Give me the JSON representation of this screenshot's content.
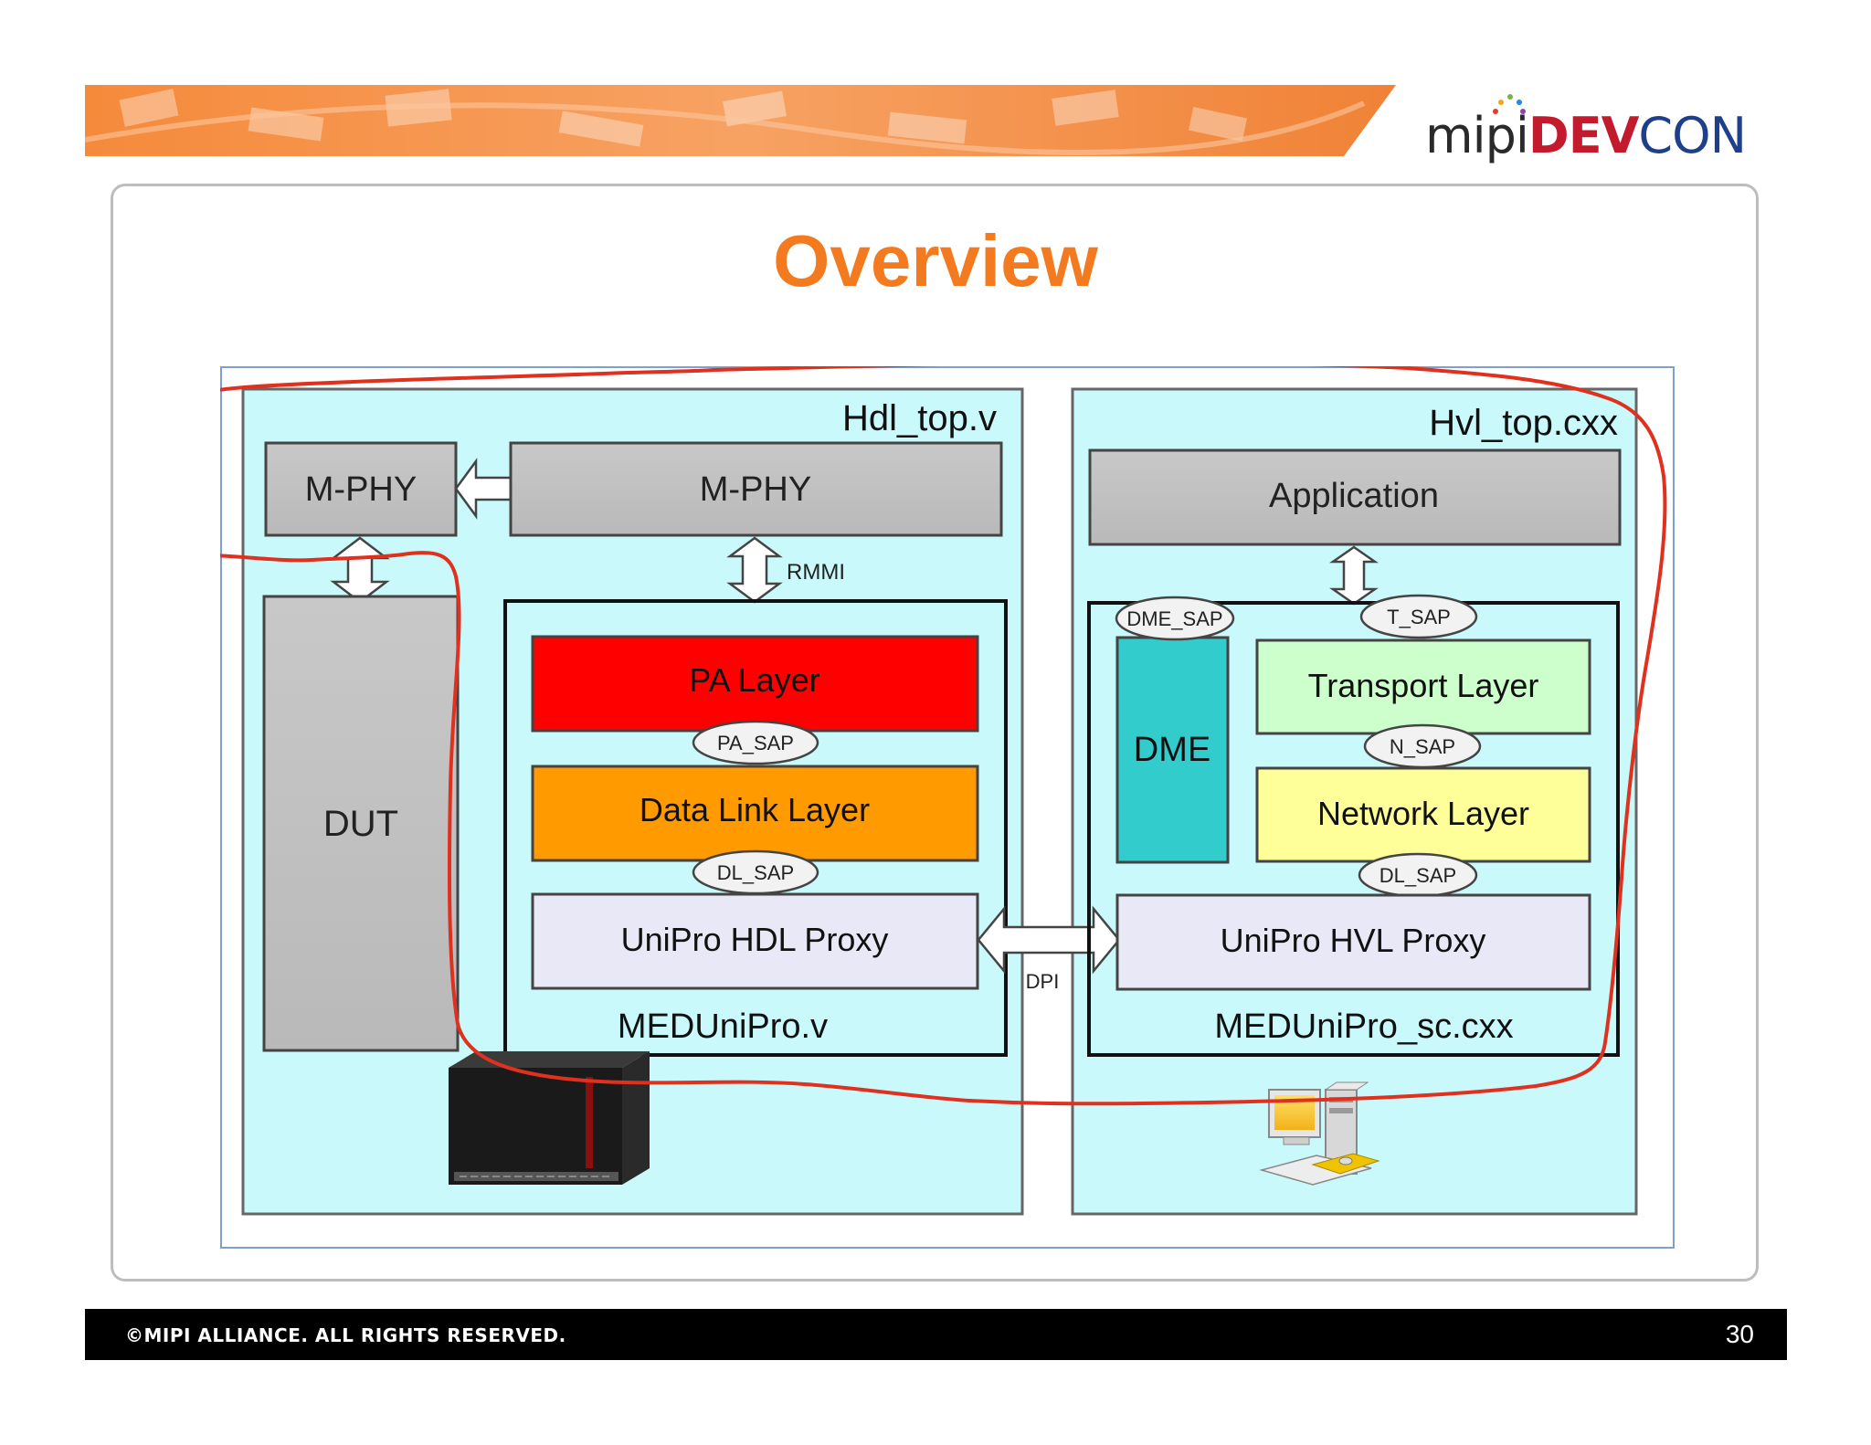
{
  "logo": {
    "mipi": "mipi",
    "dev": "DEV",
    "con": "CON"
  },
  "slide": {
    "title": "Overview",
    "page_number": "30",
    "copyright": "©MIPI ALLIANCE. ALL RIGHTS RESERVED."
  },
  "diagram": {
    "hdl_container": "Hdl_top.v",
    "hvl_container": "Hvl_top.cxx",
    "mphy_left": "M-PHY",
    "mphy_main": "M-PHY",
    "dut": "DUT",
    "rmmi": "RMMI",
    "pa_layer": "PA Layer",
    "pa_sap": "PA_SAP",
    "data_link_layer": "Data Link Layer",
    "dl_sap_left": "DL_SAP",
    "unipro_hdl_proxy": "UniPro HDL Proxy",
    "meduni_v": "MEDUniPro.v",
    "dpi": "DPI",
    "application": "Application",
    "dme_sap": "DME_SAP",
    "t_sap": "T_SAP",
    "dme": "DME",
    "transport_layer": "Transport Layer",
    "n_sap": "N_SAP",
    "network_layer": "Network Layer",
    "dl_sap_right": "DL_SAP",
    "unipro_hvl_proxy": "UniPro HVL Proxy",
    "meduni_sc": "MEDUniPro_sc.cxx"
  },
  "colors": {
    "title": "#f47a1f",
    "container_fill": "#c9f9fb",
    "gray_block": "#c2c2c2",
    "pa_layer": "#ff0000",
    "data_link_layer": "#ff9a00",
    "proxy": "#e8e8f6",
    "dme": "#33cccc",
    "transport": "#ccffcc",
    "network": "#ffff99",
    "annotation": "#e0301e"
  }
}
